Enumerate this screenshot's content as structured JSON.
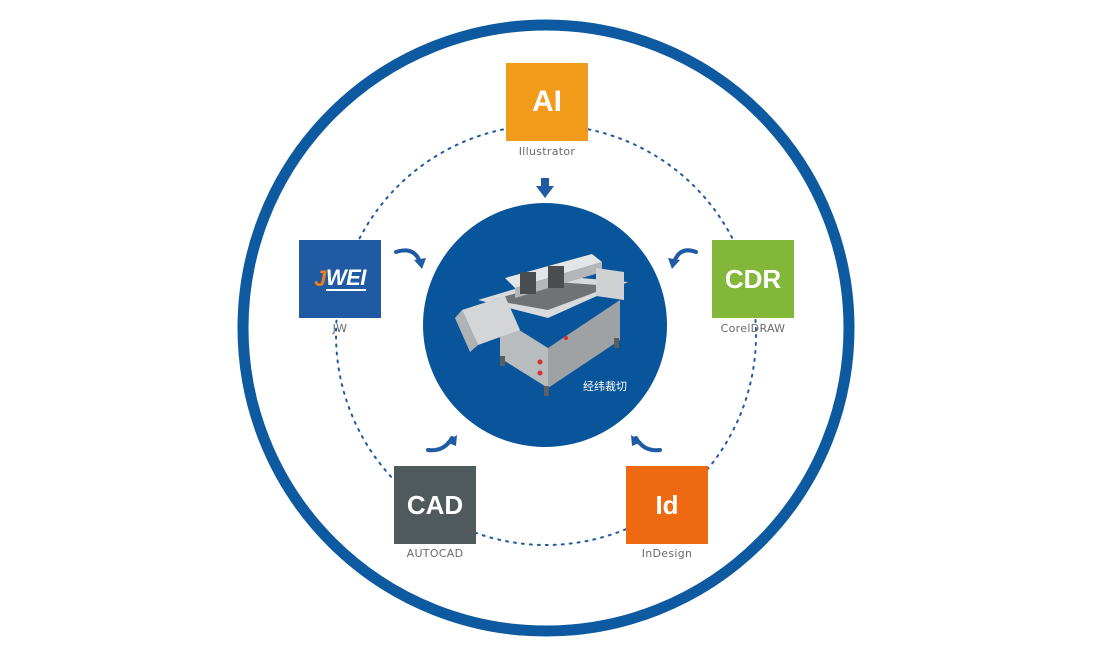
{
  "center": {
    "label": "经纬裁切"
  },
  "nodes": {
    "ai": {
      "icon_text": "AI",
      "caption": "Illustrator",
      "color": "#f29a1a"
    },
    "jw": {
      "icon_text_j": "J",
      "icon_text_rest": "WEI",
      "caption": "JW",
      "color": "#1f5aa3"
    },
    "cdr": {
      "icon_text": "CDR",
      "caption": "CorelDRAW",
      "color": "#82b73a"
    },
    "cad": {
      "icon_text": "CAD",
      "caption": "AUTOCAD",
      "color": "#505a5d"
    },
    "id": {
      "icon_text": "Id",
      "caption": "InDesign",
      "color": "#ee6a12"
    }
  },
  "colors": {
    "ring": "#0d5aa0",
    "hub": "#08559b",
    "dotted_path": "#1f5aa3",
    "arrow": "#1f5aa3"
  },
  "icons": {
    "hub_image": "cutting-machine-illustration",
    "top_arrow": "arrow-down-icon",
    "side_arrows": "curved-arrow-icon"
  }
}
